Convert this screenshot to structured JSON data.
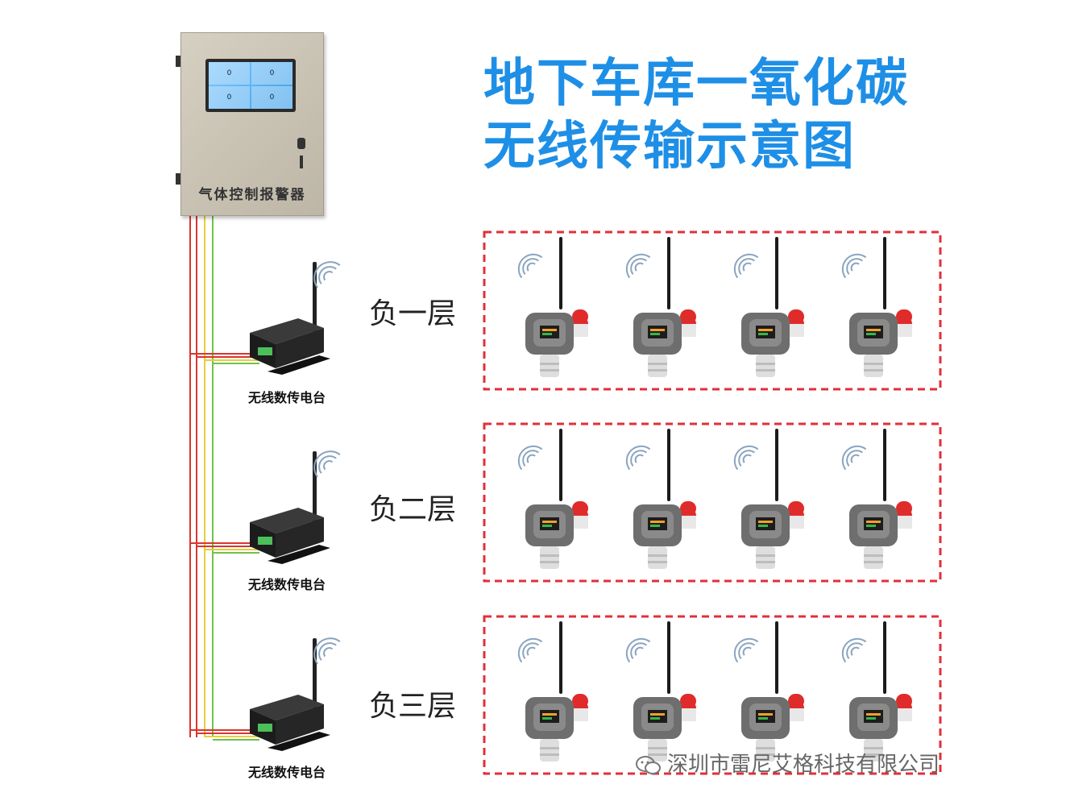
{
  "title": {
    "line1": "地下车库一氧化碳",
    "line2": "无线传输示意图"
  },
  "controller": {
    "label": "气体控制报警器",
    "screen_values": [
      "0",
      "0",
      "0",
      "0"
    ]
  },
  "floors": [
    {
      "label": "负一层",
      "radio_label": "无线数传电台",
      "detector_count": 4
    },
    {
      "label": "负二层",
      "radio_label": "无线数传电台",
      "detector_count": 4
    },
    {
      "label": "负三层",
      "radio_label": "无线数传电台",
      "detector_count": 4
    }
  ],
  "watermark": "深圳市雷尼艾格科技有限公司",
  "colors": {
    "title": "#1e8fe6",
    "zone_border": "#e0303a",
    "wire_red": "#d9352f",
    "wire_yellow": "#e4cf3a",
    "wire_green": "#6fc24a",
    "signal": "#8aa4c0"
  }
}
